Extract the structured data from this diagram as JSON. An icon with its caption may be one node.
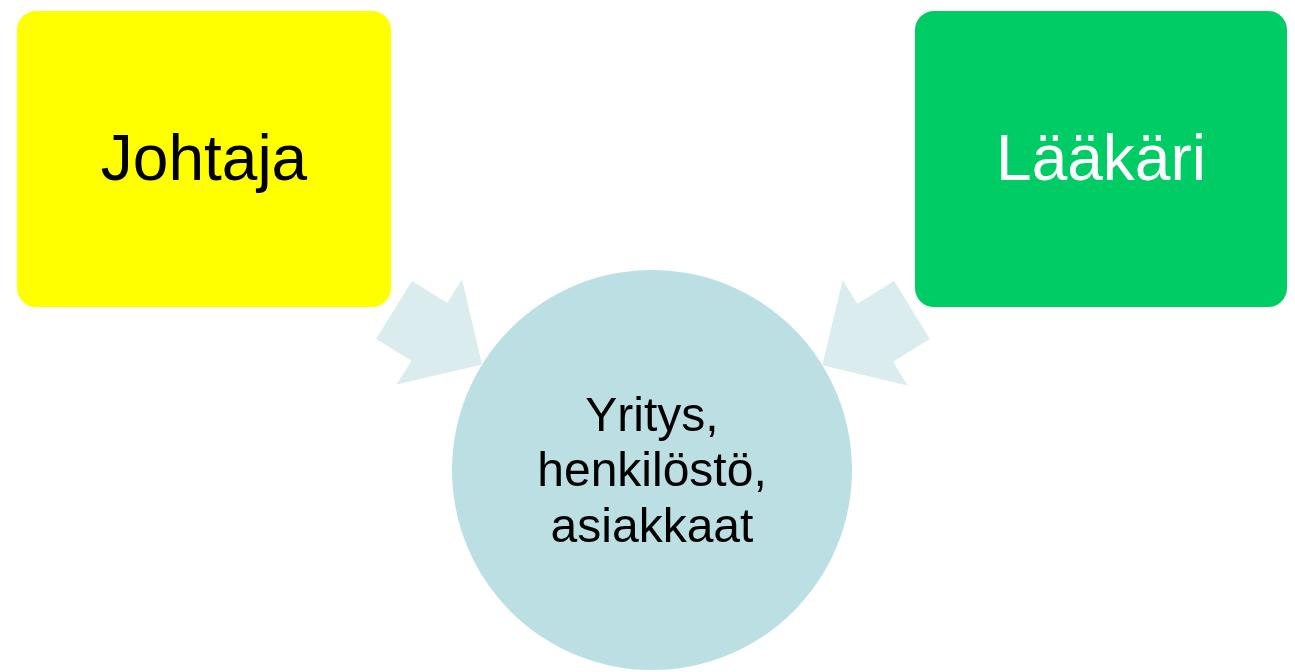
{
  "diagram": {
    "nodes": [
      {
        "text": [
          "Johtaja"
        ]
      },
      {
        "text": [
          "Lääkäri"
        ]
      },
      {
        "text": [
          "Yritys, henkilöstö, asiakkaat"
        ]
      }
    ],
    "edges": [
      {
        "from": 0,
        "to": 2,
        "arrow": "to"
      },
      {
        "from": 1,
        "to": 2,
        "arrow": "to"
      }
    ]
  }
}
